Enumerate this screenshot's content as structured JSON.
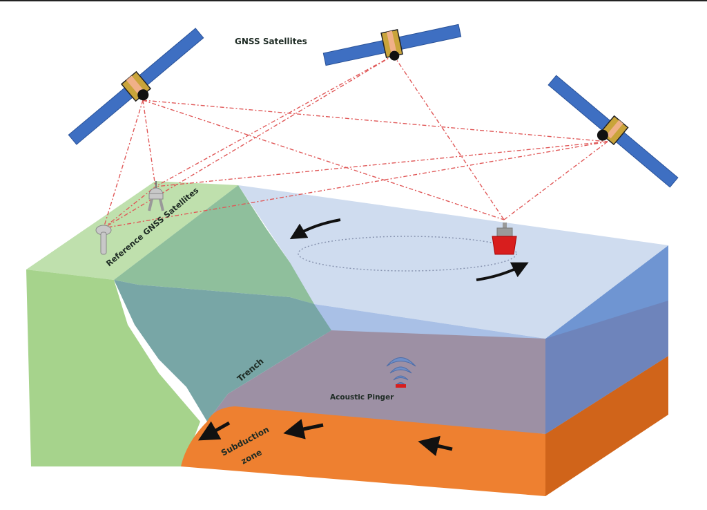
{
  "title": "GNSS-Acoustic seafloor geodesy schematic",
  "labels": {
    "gnss_satellites": "GNSS Satellites",
    "reference_stations": "Reference GNSS Satellites",
    "trench": "Trench",
    "acoustic_pinger": "Acoustic Pinger",
    "subduction_line1": "Subduction",
    "subduction_line2": "zone"
  },
  "icons": {
    "satellite": "satellite-icon",
    "ship": "surface-vessel-icon",
    "pinger": "acoustic-pinger-icon",
    "reference_station": "gnss-reference-station-icon",
    "plate_motion": "arrow-left-icon",
    "ship_track": "circular-arrow-icon"
  },
  "colors": {
    "land_top": "#bfe0ad",
    "land_front": "#a6d38c",
    "slope": "#8fbf9c",
    "trench_water": "#78a6a6",
    "ocean_top": "#cfdcef",
    "ocean_front": "#a9c0e6",
    "ocean_side": "#6f95d2",
    "seafloor": "#9d90a4",
    "seafloor_side": "#6e82b8",
    "plate": "#ee8030",
    "plate_side": "#d0641a",
    "satellite_panel": "#3e6fc2",
    "signal_line": "#e05858",
    "ship_hull": "#d81e1e"
  }
}
